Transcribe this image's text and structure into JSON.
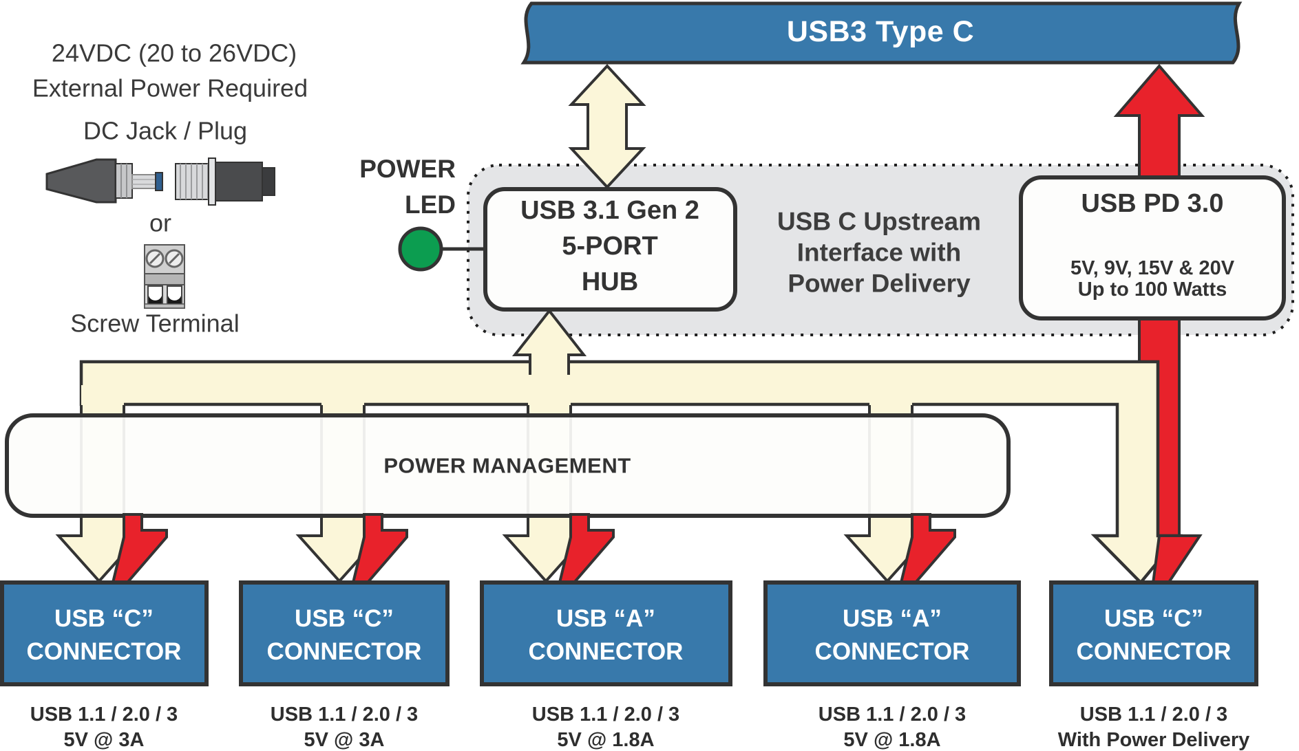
{
  "colors": {
    "blue": "#3879AB",
    "red": "#E8222B",
    "cream": "#FBF6D9",
    "green": "#0C9D50",
    "panel": "#E4E5E7",
    "ink": "#333333",
    "box-fill": "#FDFDFC"
  },
  "power_note": {
    "line1": "24VDC (20 to 26VDC)",
    "line2": "External Power Required",
    "jack_label": "DC Jack / Plug",
    "or_label": "or",
    "terminal_label": "Screw Terminal"
  },
  "power_led": {
    "line1": "POWER",
    "line2": "LED"
  },
  "banner": {
    "title": "USB3 Type C"
  },
  "hub": {
    "line1": "USB 3.1 Gen 2",
    "line2": "5-PORT",
    "line3": "HUB"
  },
  "upstream": {
    "line1": "USB C Upstream",
    "line2": "Interface with",
    "line3": "Power Delivery"
  },
  "usb_pd": {
    "title": "USB PD 3.0",
    "sub1": "5V, 9V, 15V & 20V",
    "sub2": "Up to 100 Watts"
  },
  "power_management": {
    "label": "POWER MANAGEMENT"
  },
  "connectors": [
    {
      "title1": "USB “C”",
      "title2": "CONNECTOR",
      "sub1": "USB 1.1 / 2.0 / 3",
      "sub2": "5V @ 3A"
    },
    {
      "title1": "USB “C”",
      "title2": "CONNECTOR",
      "sub1": "USB 1.1 / 2.0 / 3",
      "sub2": "5V @ 3A"
    },
    {
      "title1": "USB “A”",
      "title2": "CONNECTOR",
      "sub1": "USB 1.1 / 2.0 / 3",
      "sub2": "5V @ 1.8A"
    },
    {
      "title1": "USB “A”",
      "title2": "CONNECTOR",
      "sub1": "USB 1.1 / 2.0 / 3",
      "sub2": "5V @ 1.8A"
    },
    {
      "title1": "USB “C”",
      "title2": "CONNECTOR",
      "sub1": "USB 1.1 / 2.0 / 3",
      "sub2": "With Power Delivery"
    }
  ]
}
